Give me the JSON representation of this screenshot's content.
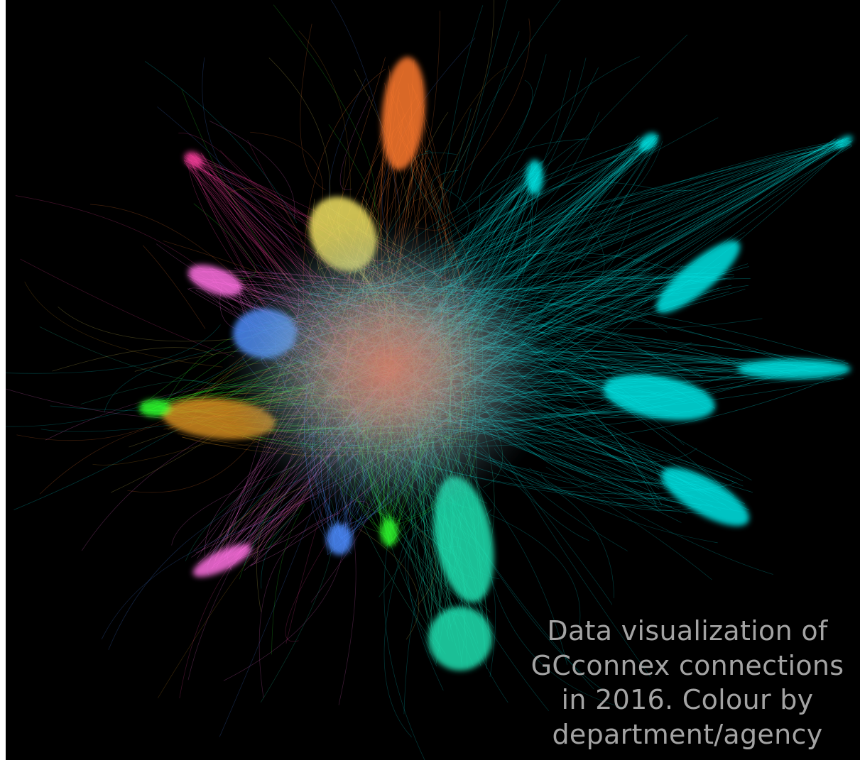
{
  "caption": {
    "lines": [
      "Data visualization of",
      "GCconnex connections",
      "in 2016.  Colour by",
      "department/agency"
    ]
  },
  "colors": {
    "background": "#000000",
    "caption_text": "#a3a3a3",
    "clusters": [
      "#00e5e5",
      "#ff7a2f",
      "#f0e060",
      "#ff70e0",
      "#ff3fa0",
      "#4d8cff",
      "#30ff30",
      "#20e0b0",
      "#d08a20"
    ]
  }
}
